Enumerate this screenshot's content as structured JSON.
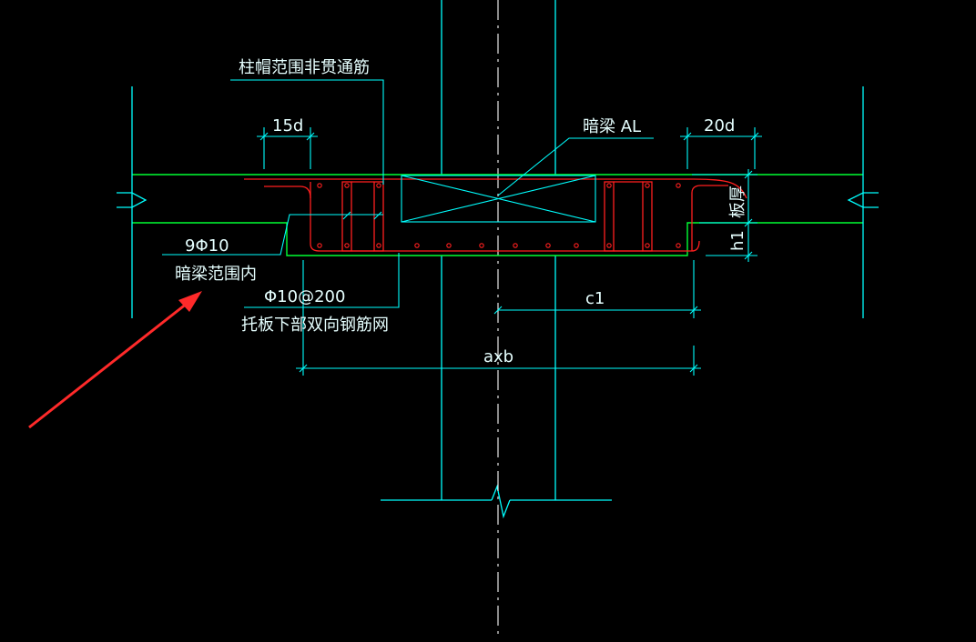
{
  "labels": {
    "cap_noncontinuous": "柱帽范围非贯通筋",
    "d15": "15d",
    "d20": "20d",
    "hidden_beam": "暗梁 AL",
    "slab_thickness": "板厚",
    "h1": "h1",
    "bars_9phi10": "9Φ10",
    "within_hidden_beam": "暗梁范围内",
    "phi10_200": "Φ10@200",
    "drop_panel_mesh": "托板下部双向钢筋网",
    "c1": "c1",
    "axb": "axb"
  },
  "colors": {
    "background": "#000000",
    "concrete_outline": "#00ff33",
    "cyan": "#00ffff",
    "rebar": "#ff1f1f",
    "white": "#ffffff",
    "arrow": "#ff2a2a"
  }
}
